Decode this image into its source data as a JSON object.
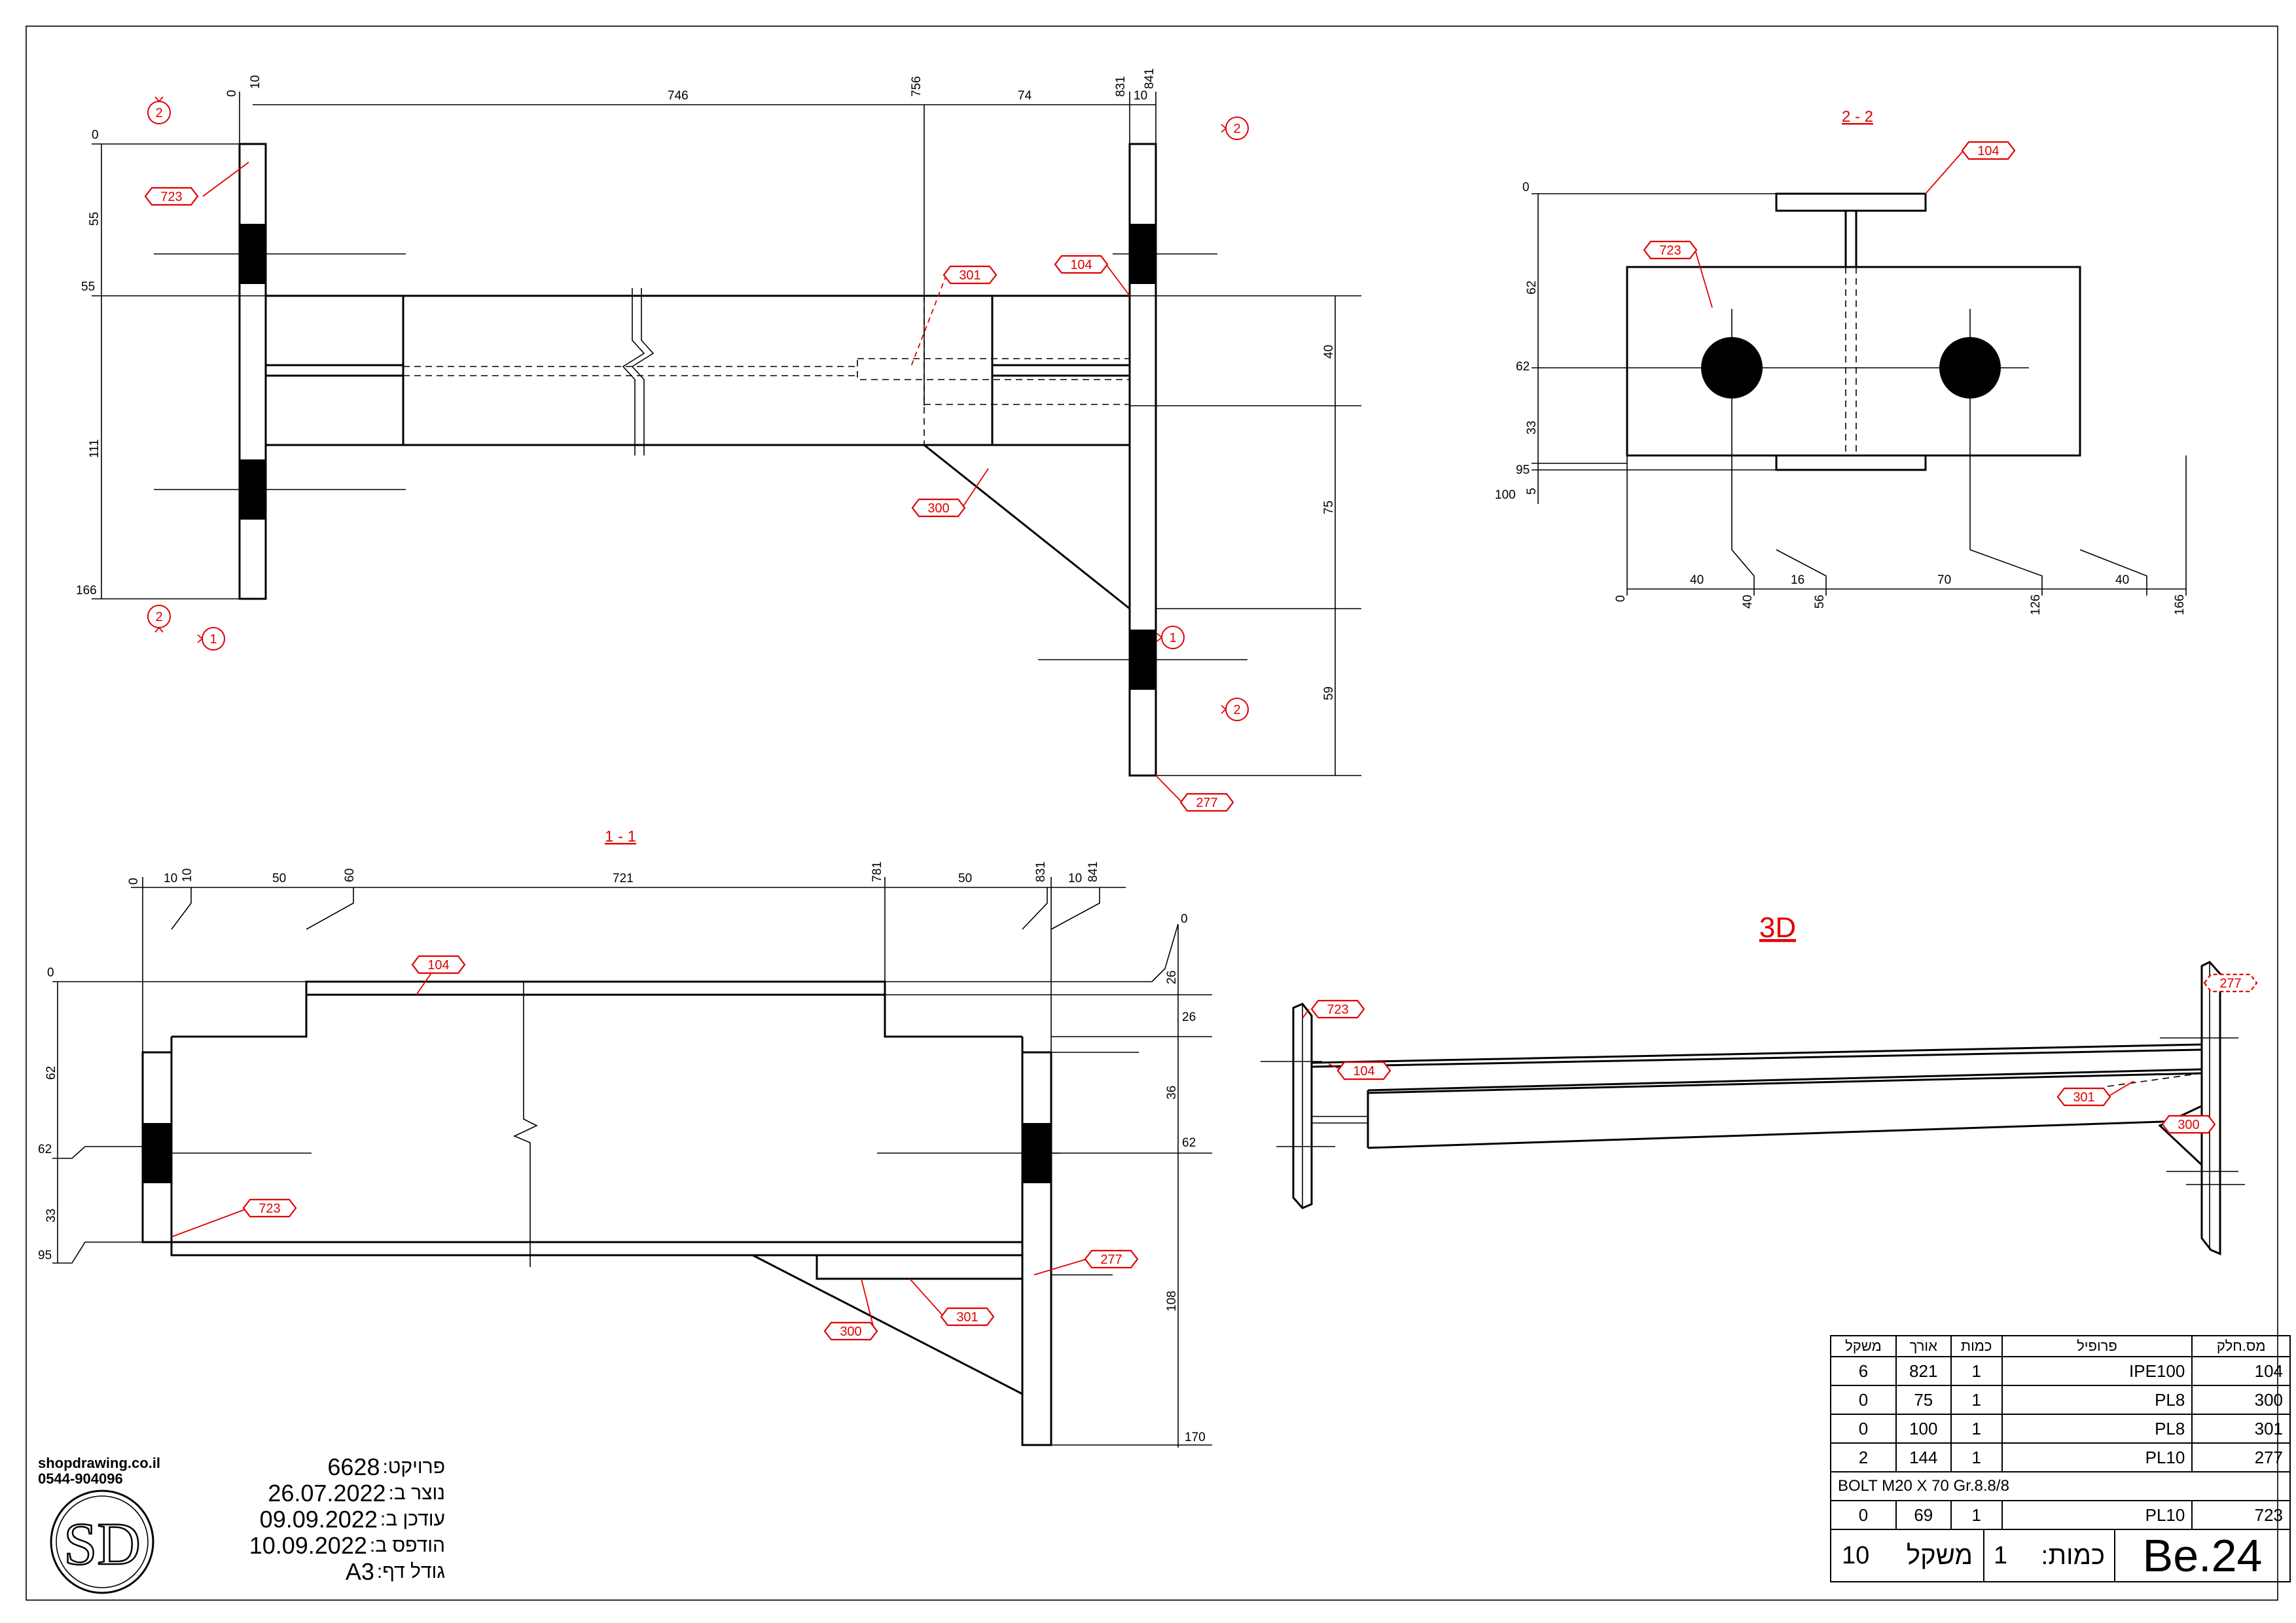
{
  "drawing": {
    "views": {
      "section_1_1": "1 - 1",
      "section_2_2": "2 - 2",
      "view_3d": "3D"
    },
    "part_tags": [
      "723",
      "104",
      "301",
      "300",
      "277"
    ],
    "section_markers": [
      "1",
      "2"
    ],
    "elevation_dims": {
      "top": [
        "0",
        "10",
        "746",
        "756",
        "74",
        "831",
        "10",
        "841"
      ],
      "left": [
        "0",
        "55",
        "55",
        "111",
        "166"
      ],
      "right": [
        "40",
        "75",
        "59"
      ]
    },
    "section_1_1_dims": {
      "top": [
        "0",
        "10",
        "10",
        "50",
        "60",
        "721",
        "781",
        "50",
        "831",
        "10",
        "841"
      ],
      "right": [
        "0",
        "26",
        "26",
        "36",
        "62",
        "108",
        "170"
      ],
      "left": [
        "0",
        "62",
        "62",
        "33",
        "95"
      ]
    },
    "section_2_2_dims": {
      "left": [
        "0",
        "62",
        "62",
        "33",
        "95",
        "5",
        "100"
      ],
      "bottom": [
        "0",
        "40",
        "40",
        "16",
        "56",
        "70",
        "126",
        "40",
        "166"
      ]
    }
  },
  "company": {
    "website": "shopdrawing.co.il",
    "phone": "0544-904096",
    "logo": "SD"
  },
  "project_info": [
    {
      "label": "פרויקט:",
      "value": "6628"
    },
    {
      "label": "נוצר ב:",
      "value": "26.07.2022"
    },
    {
      "label": "עודכן ב:",
      "value": "09.09.2022"
    },
    {
      "label": "הודפס ב:",
      "value": "10.09.2022"
    },
    {
      "label": "גודל דף:",
      "value": "A3"
    }
  ],
  "bom": {
    "headers": {
      "weight": "משקל",
      "length": "אורך",
      "qty": "כמות",
      "profile": "פרופיל",
      "part": "מס.חלק"
    },
    "rows": [
      {
        "weight": "6",
        "length": "821",
        "qty": "1",
        "profile": "IPE100",
        "part": "104"
      },
      {
        "weight": "0",
        "length": "75",
        "qty": "1",
        "profile": "PL8",
        "part": "300"
      },
      {
        "weight": "0",
        "length": "100",
        "qty": "1",
        "profile": "PL8",
        "part": "301"
      },
      {
        "weight": "2",
        "length": "144",
        "qty": "1",
        "profile": "PL10",
        "part": "277"
      }
    ],
    "bolt": "BOLT M20 X 70 Gr.8.8/8",
    "last_row": {
      "weight": "0",
      "length": "69",
      "qty": "1",
      "profile": "PL10",
      "part": "723"
    },
    "footer": {
      "weight_value": "10",
      "weight_label": "משקל",
      "qty_value": "1",
      "qty_label": "כמות:",
      "assembly": "Be.24"
    }
  }
}
